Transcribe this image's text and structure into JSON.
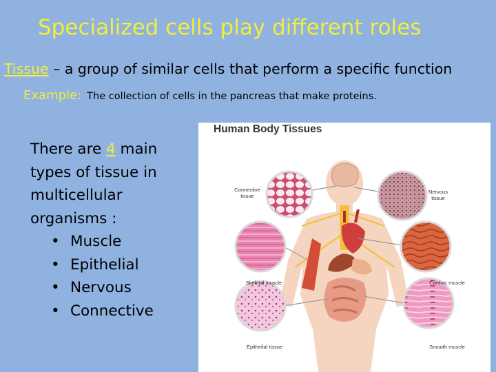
{
  "slide": {
    "title": "Specialized cells play different roles",
    "definition": {
      "term": "Tissue",
      "rest": " – a group of similar cells that perform a specific function"
    },
    "example": {
      "label": "Example:",
      "text": "The collection of cells in the pancreas that make proteins."
    },
    "intro": {
      "before": "There are ",
      "number": "4",
      "after": " main types of tissue in multicellular organisms :"
    },
    "tissue_types": [
      "Muscle",
      "Epithelial",
      "Nervous",
      "Connective"
    ]
  },
  "figure": {
    "title": "Human Body Tissues",
    "labels": {
      "connective": "Connective tissue",
      "nervous": "Nervous tissue",
      "skeletal": "Skeletal muscle",
      "cardiac": "Cardiac muscle",
      "epithelial": "Epithelial tissue",
      "smooth": "Smooth muscle"
    }
  },
  "colors": {
    "background": "#8fb2e0",
    "accent_yellow": "#f3ee39"
  }
}
